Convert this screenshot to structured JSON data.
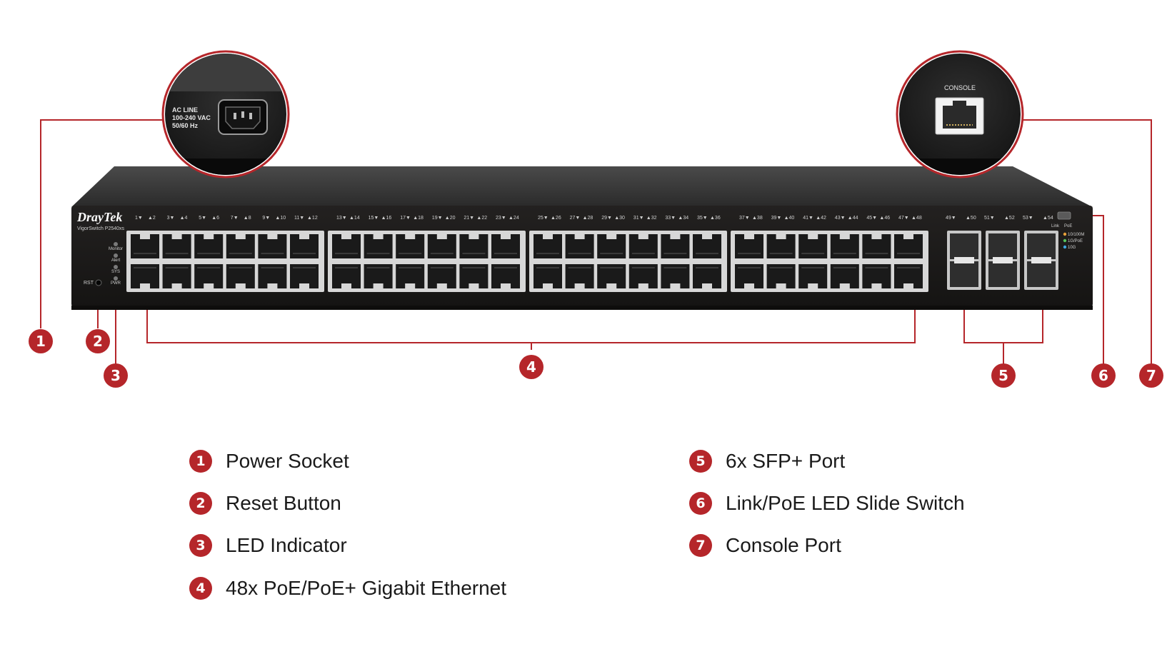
{
  "device": {
    "brand": "DrayTek",
    "model": "VigorSwitch P2540xs",
    "reset_label": "RST",
    "status_leds": [
      "Monitor",
      "Alert",
      "SYS",
      "PWR"
    ],
    "sfp_port_labels": [
      "49",
      "50",
      "51",
      "52",
      "53",
      "54"
    ],
    "switch_labels": [
      "Link",
      "PoE"
    ],
    "speed_legend": [
      "10/100M",
      "1G/PoE",
      "10G"
    ],
    "speed_colors": [
      "#e8a13a",
      "#56c25b",
      "#3fa7e0"
    ],
    "port_label_count": 48
  },
  "power_inset": {
    "lines": [
      "AC LINE",
      "100-240 VAC",
      "50/60 Hz"
    ]
  },
  "console_inset": {
    "label": "CONSOLE"
  },
  "colors": {
    "accent": "#b5262a",
    "chassis": "#1c1a19",
    "chassis_top": "#3a3a3a"
  },
  "callout_numbers": [
    "1",
    "2",
    "3",
    "4",
    "5",
    "6",
    "7"
  ],
  "legend": [
    {
      "num": "1",
      "label": "Power Socket"
    },
    {
      "num": "2",
      "label": "Reset Button"
    },
    {
      "num": "3",
      "label": "LED Indicator"
    },
    {
      "num": "4",
      "label": "48x PoE/PoE+ Gigabit Ethernet"
    },
    {
      "num": "5",
      "label": "6x SFP+ Port"
    },
    {
      "num": "6",
      "label": "Link/PoE LED Slide Switch"
    },
    {
      "num": "7",
      "label": "Console Port"
    }
  ]
}
